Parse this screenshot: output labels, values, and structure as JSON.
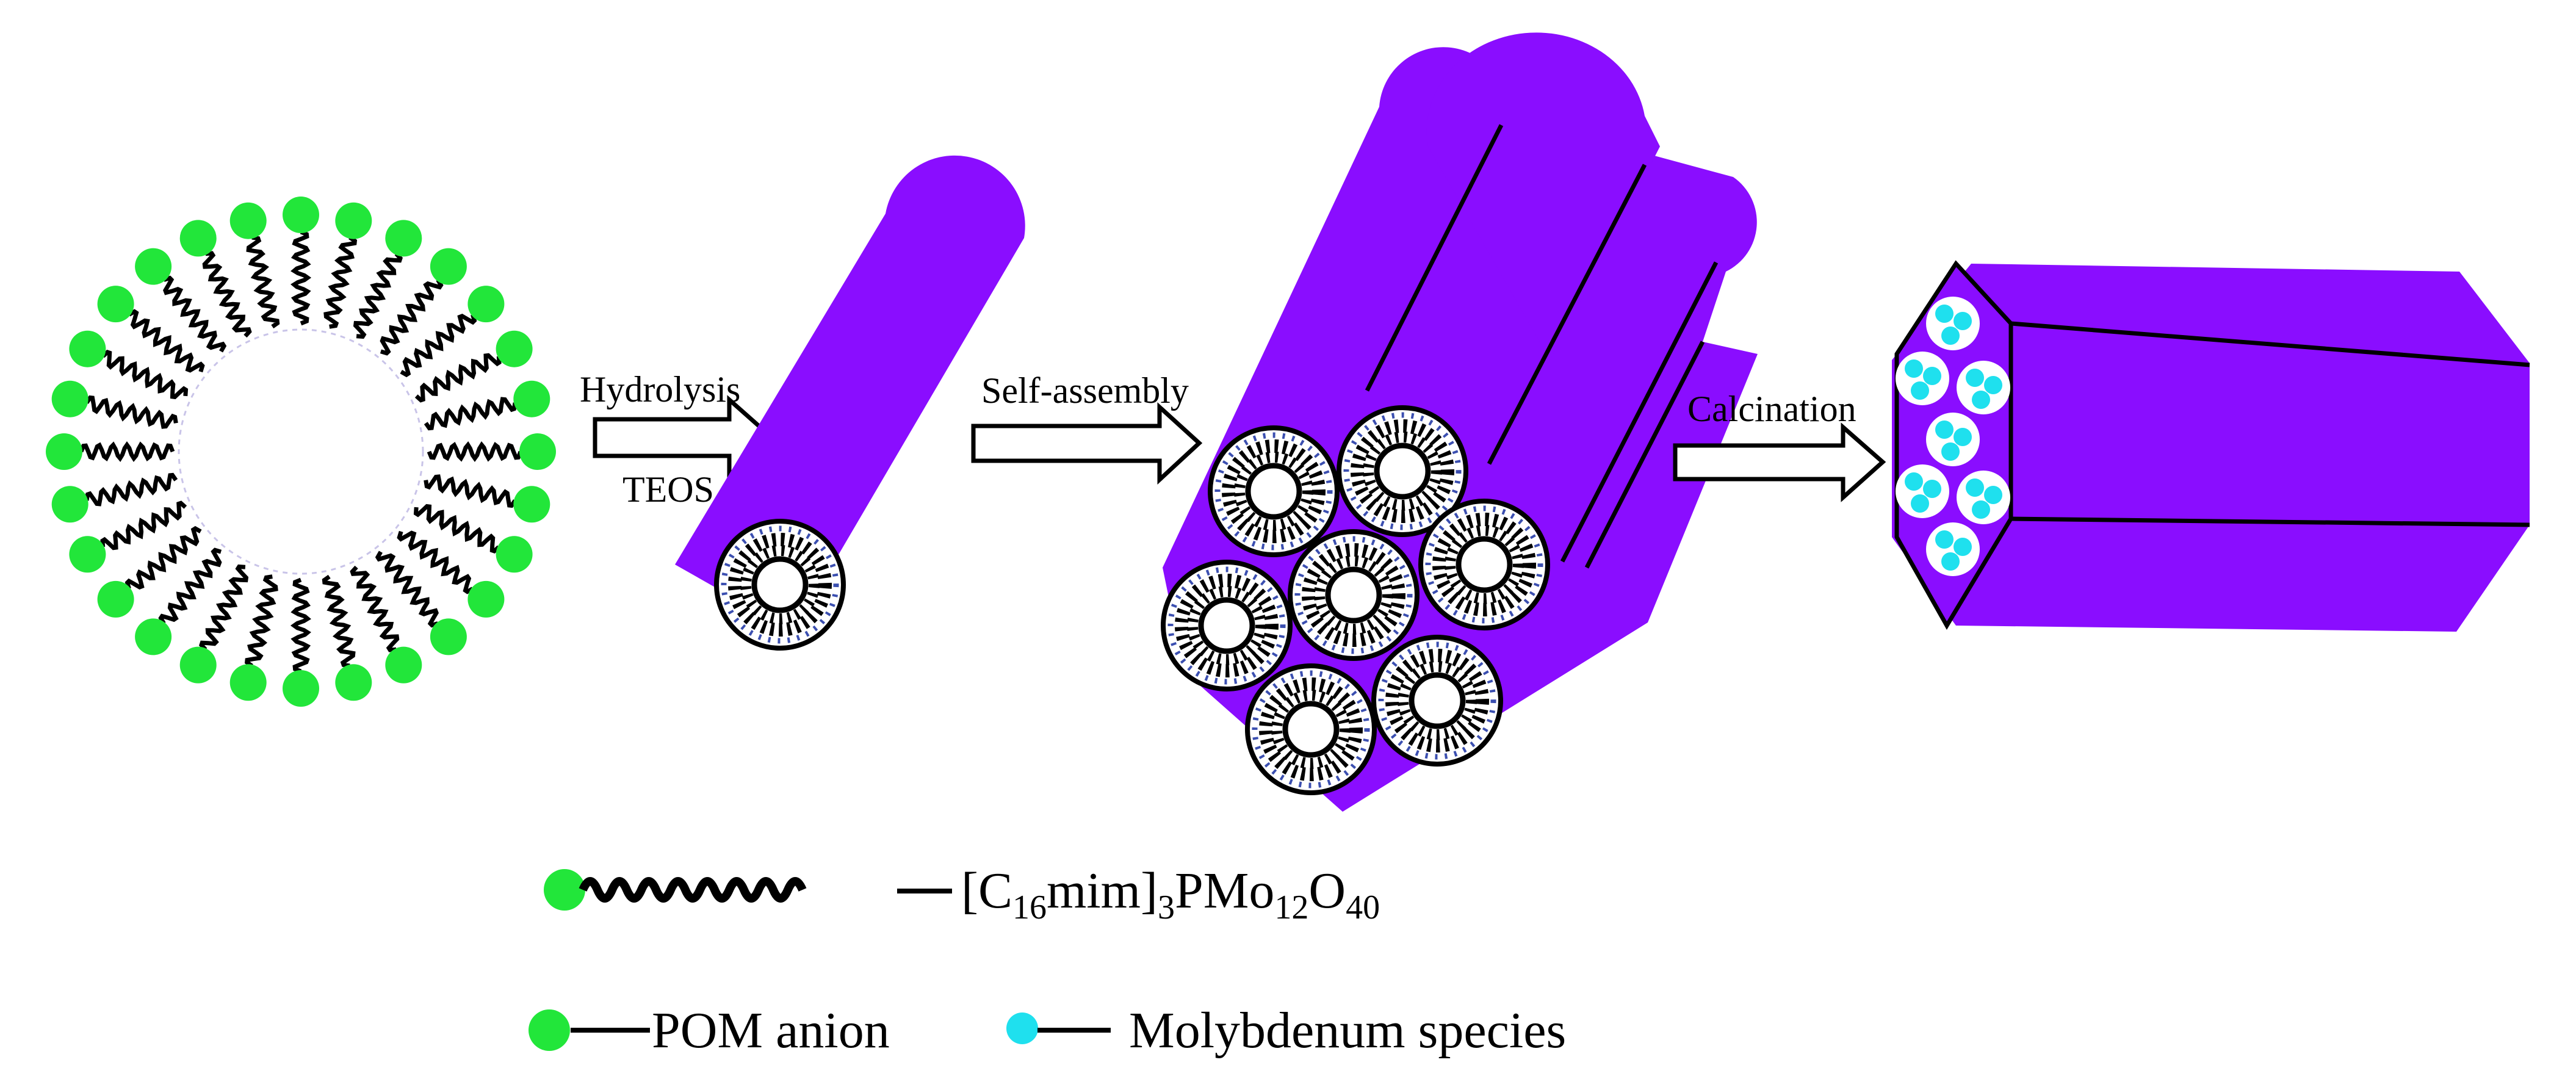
{
  "colors": {
    "pom_anion": "#22e63a",
    "molybdenum": "#1fe0ee",
    "silica": "#8a0dff",
    "chain": "#000000",
    "pore_dots": "#3b4fb0"
  },
  "steps": [
    {
      "top": "Hydrolysis",
      "bottom": "TEOS"
    },
    {
      "top": "Self-assembly",
      "bottom": ""
    },
    {
      "top": "Calcination",
      "bottom": ""
    }
  ],
  "legend": {
    "surfactant": {
      "prefix": "[C",
      "sub1": "16",
      "mid": "mim]",
      "sub2": "3",
      "mid2": "PMo",
      "sub3": "12",
      "mid3": "O",
      "sub4": "40"
    },
    "pom_anion": "POM anion",
    "molybdenum": "Molybdenum species"
  }
}
